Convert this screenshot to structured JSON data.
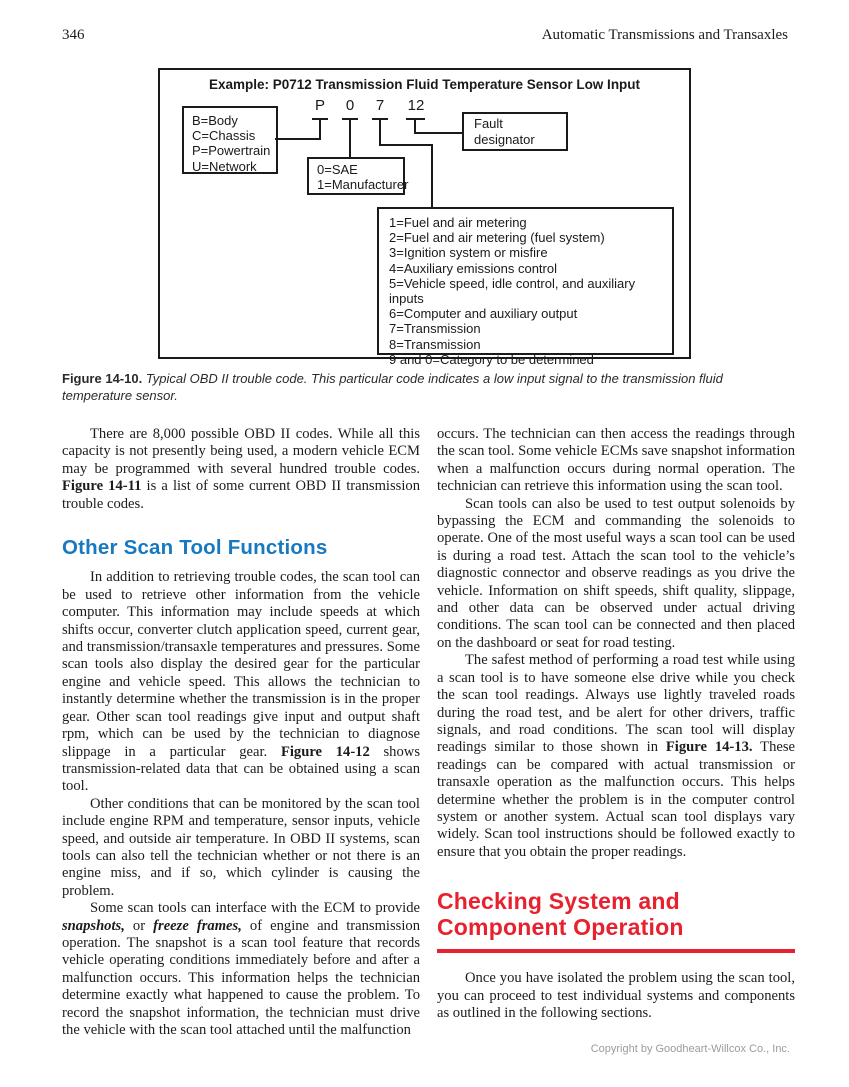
{
  "page": {
    "number": "346",
    "running_head": "Automatic Transmissions and Transaxles",
    "footer": "Copyright by Goodheart-Willcox Co., Inc."
  },
  "figure": {
    "title": "Example: P0712 Transmission Fluid Temperature Sensor Low Input",
    "code_chars": [
      "P",
      "0",
      "7",
      "12"
    ],
    "system_box": [
      "B=Body",
      "C=Chassis",
      "P=Powertrain",
      "U=Network"
    ],
    "sae_box": [
      "0=SAE",
      "1=Manufacturer"
    ],
    "fault_box": "Fault designator",
    "category_box": [
      "1=Fuel and air metering",
      "2=Fuel and air metering (fuel system)",
      "3=Ignition system or misfire",
      "4=Auxiliary emissions control",
      "5=Vehicle speed, idle control, and auxiliary inputs",
      "6=Computer and auxiliary output",
      "7=Transmission",
      "8=Transmission",
      "9 and 0=Category to be determined"
    ],
    "caption_label": "Figure 14-10.",
    "caption_text": " Typical OBD II trouble code. This particular code indicates a low input signal to the transmission fluid temperature sensor."
  },
  "left_column": {
    "p1": {
      "t1": "There are 8,000 possible OBD II codes. While all this capacity is not presently being used, a modern vehicle ECM may be programmed with several hundred trouble codes. ",
      "b1": "Figure 14-11",
      "t2": " is a list of some current OBD II transmission trouble codes."
    },
    "heading": "Other Scan Tool Functions",
    "p2": {
      "t1": "In addition to retrieving trouble codes, the scan tool can be used to retrieve other information from the vehicle computer. This information may include speeds at which shifts occur, converter clutch application speed, current gear, and transmission/transaxle temperatures and pressures. Some scan tools also display the desired gear for the particular engine and vehicle speed. This allows the technician to instantly determine whether the transmission is in the proper gear. Other scan tool readings give input and output shaft rpm, which can be used by the technician to diagnose slippage in a particular gear. ",
      "b1": "Figure 14-12",
      "t2": " shows transmission-related data that can be obtained using a scan tool."
    },
    "p3": "Other conditions that can be monitored by the scan tool include engine RPM and temperature, sensor inputs, vehicle speed, and outside air temperature. In OBD II systems, scan tools can also tell the technician whether or not there is an engine miss, and if so, which cylinder is causing the problem.",
    "p4": {
      "t1": "Some scan tools can interface with the ECM to provide ",
      "b1": "snapshots,",
      "t2": " or ",
      "b2": "freeze frames,",
      "t3": " of engine and transmission operation. The snapshot is a scan tool feature that records vehicle operating conditions immediately before and after a malfunction occurs. This information helps the technician determine exactly what happened to cause the problem. To record the snapshot information, the technician must drive the vehicle with the scan tool attached until the malfunction"
    }
  },
  "right_column": {
    "p1": "occurs. The technician can then access the readings through the scan tool. Some vehicle ECMs save snapshot information when a malfunction occurs during normal operation. The technician can retrieve this information using the scan tool.",
    "p2": "Scan tools can also be used to test output solenoids by bypassing the ECM and commanding the solenoids to operate. One of the most useful ways a scan tool can be used is during a road test. Attach the scan tool to the vehicle’s diagnostic connector and observe readings as you drive the vehicle. Information on shift speeds, shift quality, slippage, and other data can be observed under actual driving conditions. The scan tool can be connected and then placed on the dashboard or seat for road testing.",
    "p3": {
      "t1": "The safest method of performing a road test while using a scan tool is to have someone else drive while you check the scan tool readings. Always use lightly traveled roads during the road test, and be alert for other drivers, traffic signals, and road conditions. The scan tool will display readings similar to those shown in ",
      "b1": "Figure 14-13.",
      "t2": " These readings can be compared with actual transmission or transaxle operation as the malfunction occurs. This helps determine whether the problem is in the computer control system or another system. Actual scan tool displays vary widely. Scan tool instructions should be followed exactly to ensure that you obtain the proper readings."
    },
    "heading_line1": "Checking System and",
    "heading_line2": "Component Operation",
    "p4": "Once you have isolated the problem using the scan tool, you can proceed to test individual systems and components as outlined in the following sections."
  },
  "colors": {
    "accent_blue": "#1779bf",
    "accent_red": "#e8212e"
  }
}
